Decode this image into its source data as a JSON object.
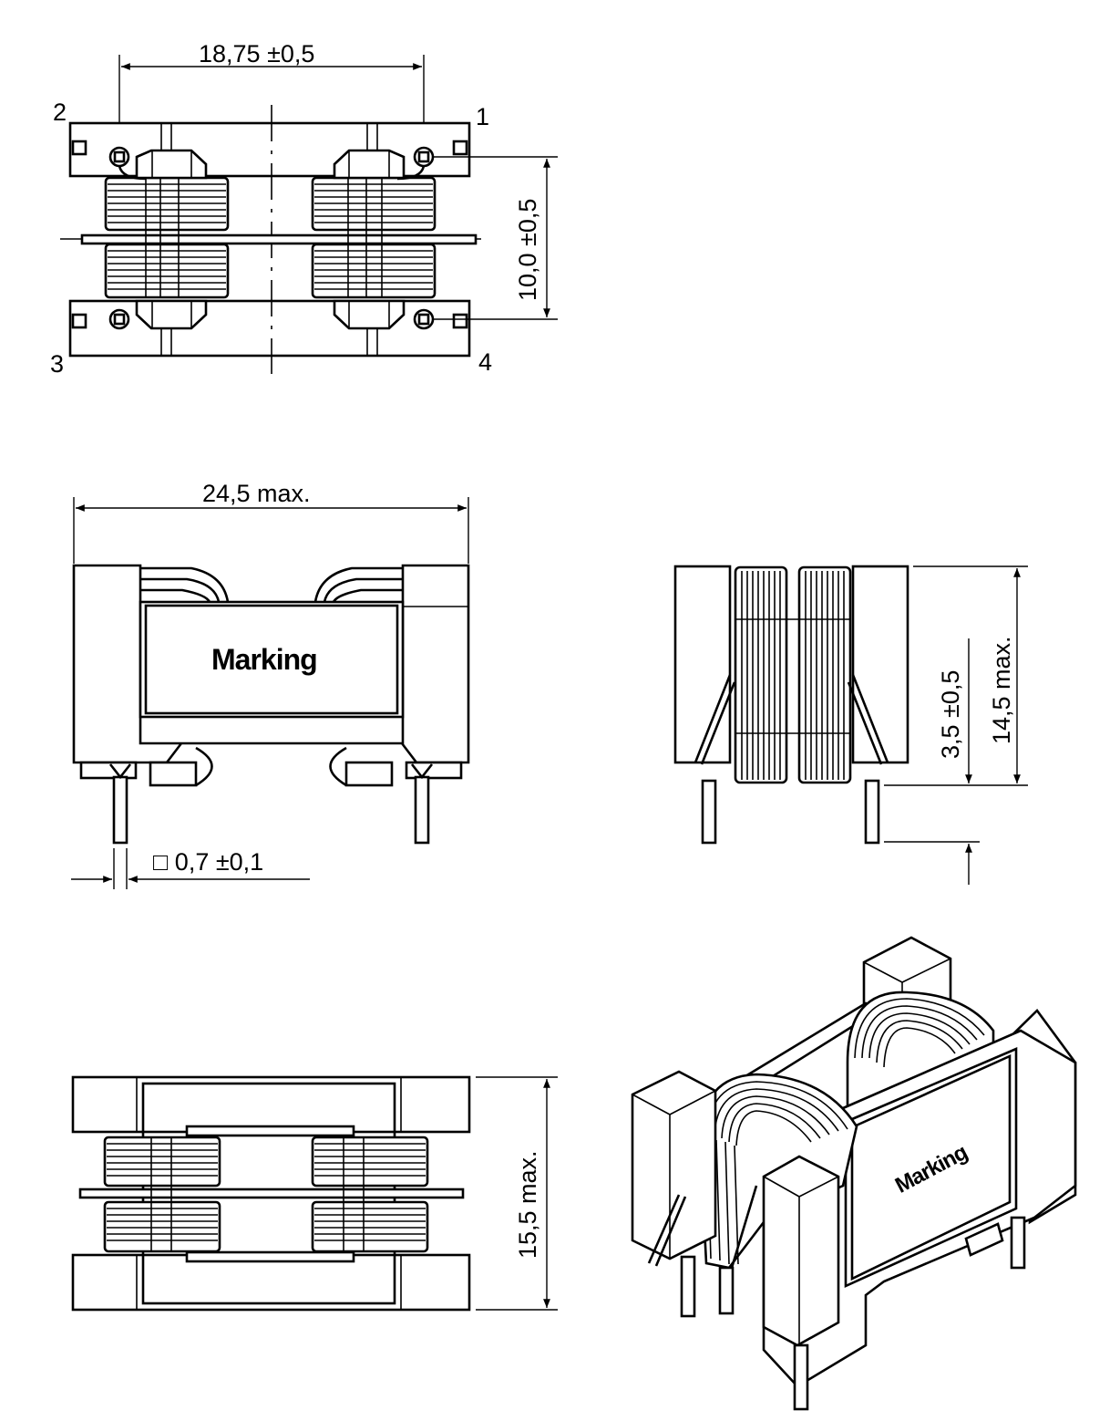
{
  "drawing": {
    "type": "dimensional drawing",
    "subject": "common mode choke / inductor",
    "units": "mm",
    "colors": {
      "line": "#000000",
      "background": "#ffffff"
    }
  },
  "top_view": {
    "dim_pin_pitch": "18,75 ±0,5",
    "dim_row_spacing": "10,0 ±0,5",
    "pin_labels": [
      "1",
      "2",
      "3",
      "4"
    ]
  },
  "front_view": {
    "dim_width": "24,5  max.",
    "dim_pin_size": "□  0,7  ±0,1",
    "marking": "Marking"
  },
  "side_view": {
    "dim_height": "14,5  max.",
    "dim_pin_length": "3,5 ±0,5"
  },
  "bottom_view": {
    "dim_depth": "15,5  max."
  },
  "iso_view": {
    "marking": "Marking"
  }
}
